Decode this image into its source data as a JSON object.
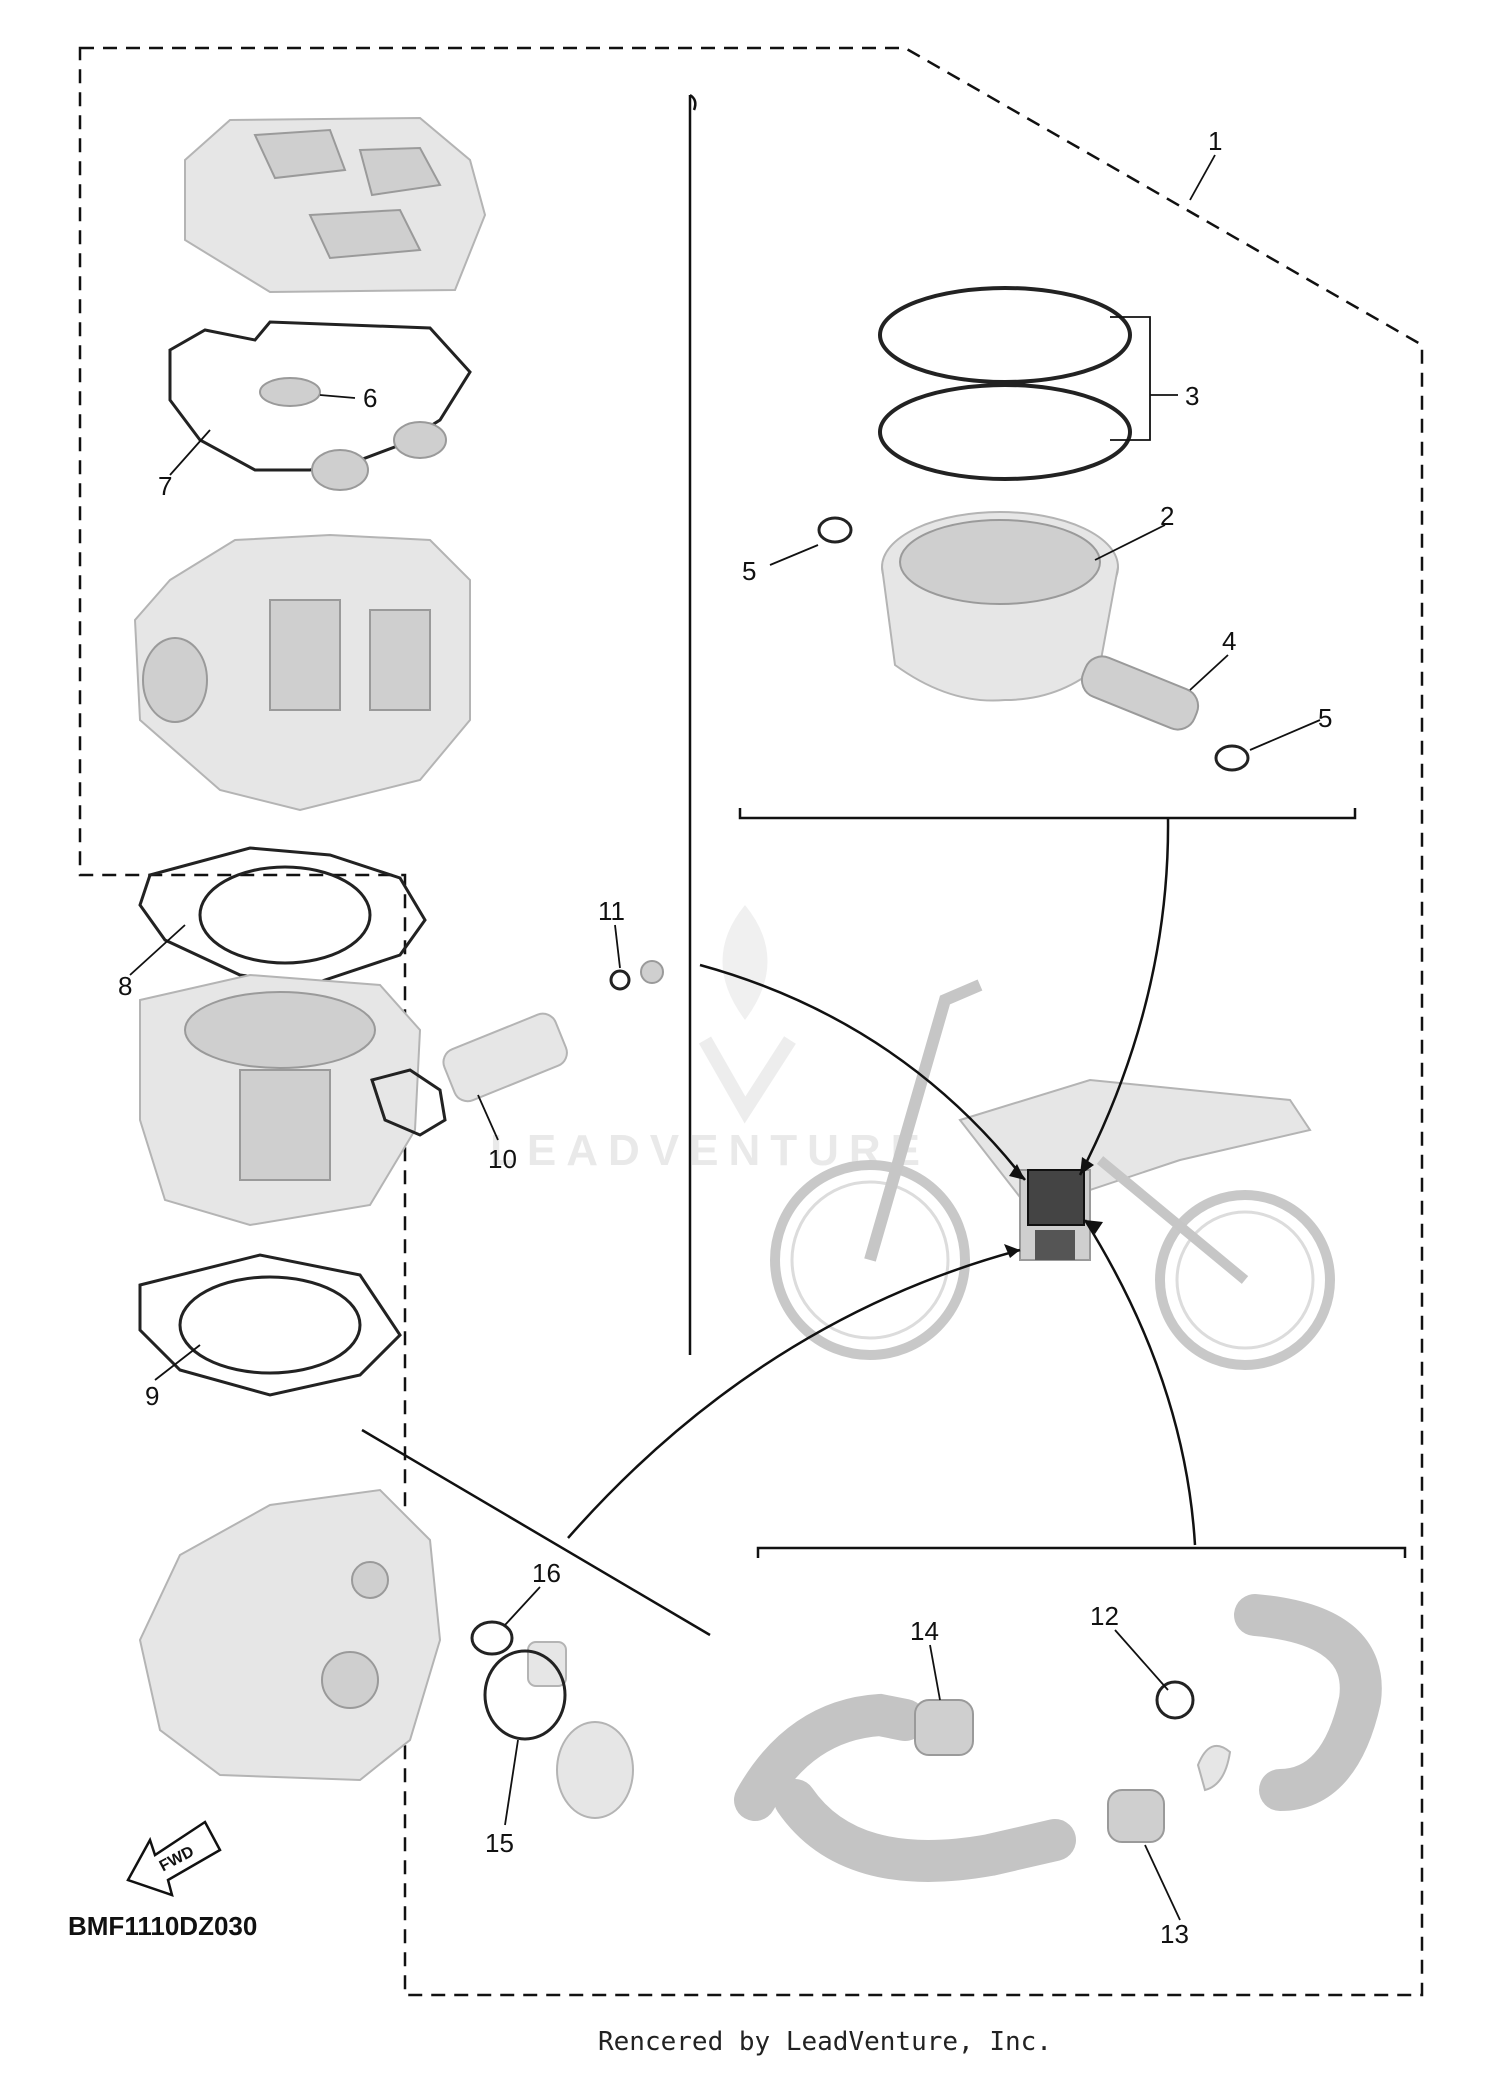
{
  "diagram": {
    "code": "BMF1110DZ030",
    "footer": "Rencered by LeadVenture, Inc.",
    "watermark": "LEADVENTURE",
    "fwd_label": "FWD",
    "callouts": [
      "1",
      "2",
      "3",
      "4",
      "5",
      "5",
      "6",
      "7",
      "8",
      "9",
      "10",
      "11",
      "12",
      "13",
      "14",
      "15",
      "16"
    ]
  }
}
